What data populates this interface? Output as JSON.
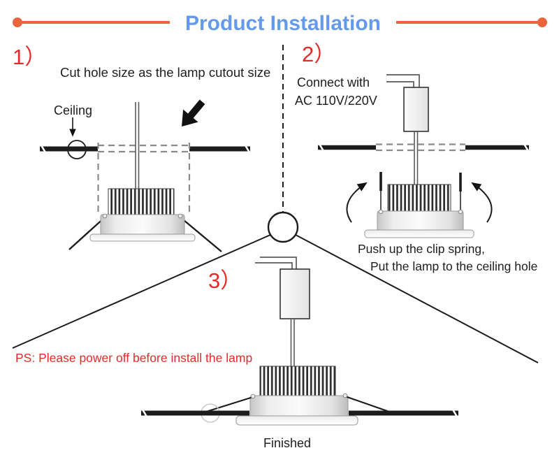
{
  "header": {
    "title": "Product Installation"
  },
  "colors": {
    "title_blue": "#649ae8",
    "divider_orange": "#e8653e",
    "step_number_red": "#e62a2a",
    "warning_red": "#e62a2a",
    "drawing_black": "#1c1c1c",
    "dashed_gray": "#8a8a8a"
  },
  "steps": {
    "step1": {
      "number": "1）",
      "caption": "Cut hole size as the lamp cutout size",
      "ceiling_label": "Ceiling"
    },
    "step2": {
      "number": "2）",
      "caption_line1": "Connect with",
      "caption_line2": "AC 110V/220V",
      "note_line1": "Push up the clip spring,",
      "note_line2": "Put the lamp to the ceiling hole"
    },
    "step3": {
      "number": "3）",
      "warning": "PS: Please power off before install the lamp",
      "finished_label": "Finished"
    }
  },
  "icons": {
    "cut_here_arrow": "⬋",
    "rotate_left_arrow": "↺",
    "rotate_right_arrow": "↻",
    "ceiling_pointer_arrow": "↓"
  }
}
